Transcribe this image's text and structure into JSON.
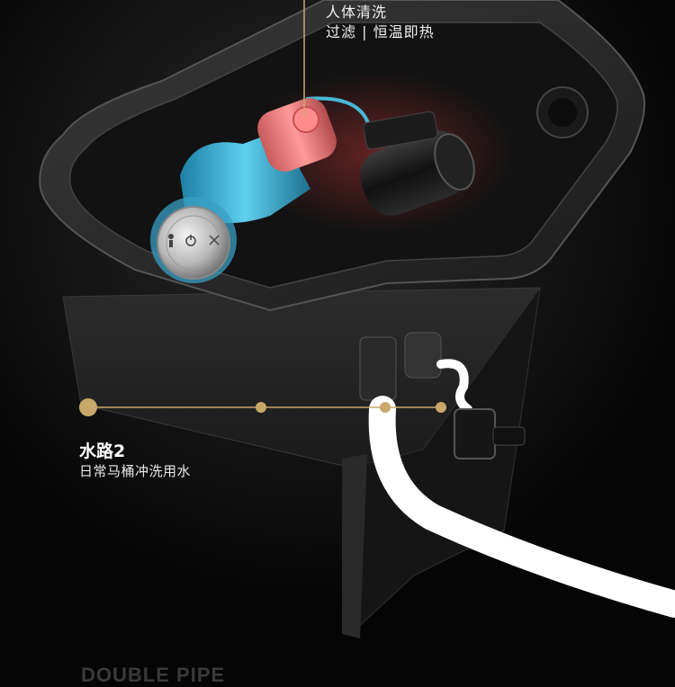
{
  "callout_top": {
    "line1": "人体清洗",
    "line2": "过滤 | 恒温即热"
  },
  "callout_water_route": {
    "title": "水路2",
    "description": "日常马桶冲洗用水"
  },
  "footer": {
    "partial_text": "DOUBLE PIPE"
  },
  "colors": {
    "gold": "#c9a96a",
    "pump_red": "#f07b7b",
    "pump_blue": "#4ab8d8",
    "pipe_white": "#ffffff",
    "background": "#050505"
  },
  "icons": [
    "knob-person-icon",
    "knob-power-icon",
    "knob-fan-icon"
  ]
}
